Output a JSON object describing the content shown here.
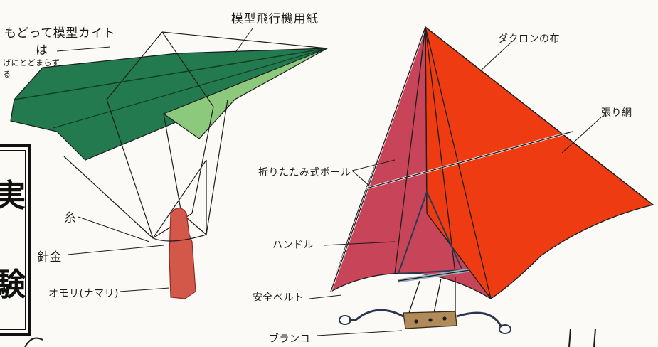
{
  "labels": {
    "top_left_line1": "もどって模型カイト",
    "top_left_line2": "は",
    "top_left_line3": "げにとどまらず",
    "top_left_line4": "る",
    "model_paper": "模型飛行機用紙",
    "dacron": "ダクロンの布",
    "harimeami": "張り網",
    "folding_pole": "折りたたみ式ポール",
    "string": "糸",
    "wire": "針金",
    "weight": "オモリ(ナマリ)",
    "handle": "ハンドル",
    "safety_belt": "安全ベルト",
    "swing": "ブランコ"
  },
  "colors": {
    "green_dark": "#237a4e",
    "green_light": "#8cc97c",
    "weight_red": "#d4584a",
    "sail_pink": "#c84458",
    "sail_red": "#ef3b12",
    "line": "#1c1c1c",
    "paper": "#fbfaf6"
  }
}
